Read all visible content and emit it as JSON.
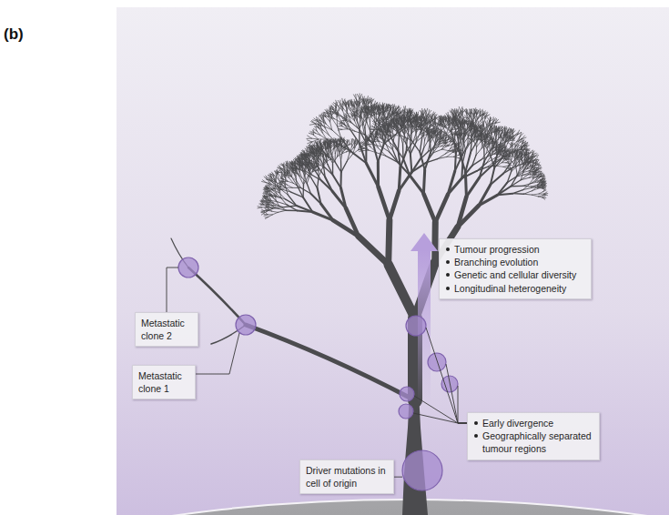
{
  "diagram": {
    "nodes": [
      {
        "text": [
          "Tumour progression",
          "Branching evolution",
          "Genetic and cellular diversity",
          "Longitudinal heterogeneity"
        ]
      },
      {
        "text": [
          "Metastatic clone 2"
        ]
      },
      {
        "text": [
          "Metastatic clone 1"
        ]
      },
      {
        "text": [
          "Early divergence",
          "Geographically separated tumour regions"
        ]
      },
      {
        "text": [
          "Driver mutations in cell of origin"
        ]
      }
    ],
    "labels": [
      "(b)"
    ]
  }
}
